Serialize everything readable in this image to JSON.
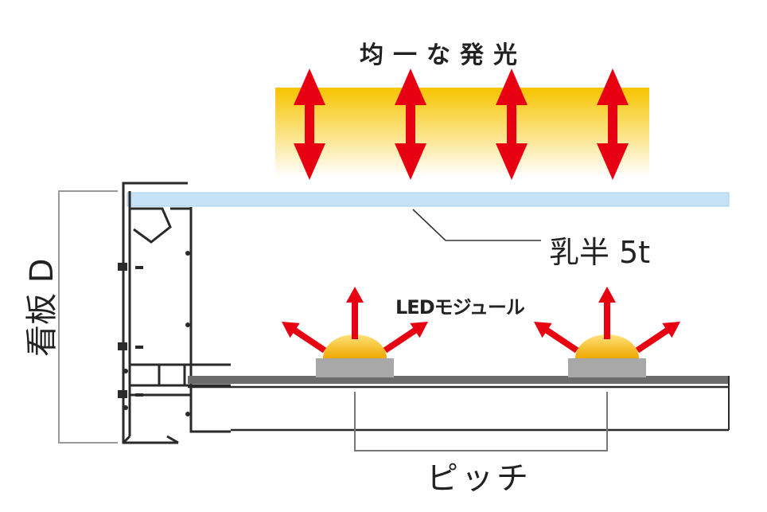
{
  "title": "均一な発光",
  "labels": {
    "diffuser": "乳半 5t",
    "led_module": "LEDモジュール",
    "pitch": "ピッチ",
    "depth": "看板 D"
  },
  "colors": {
    "glow_top": "#f7c400",
    "glow_bottom": "#ffffff",
    "arrow": "#e60012",
    "diffuser": "#c6e2f6",
    "led_dome": "#f4b400",
    "led_base": "#a8a8a8",
    "board": "#6b6b6b",
    "line": "#333333"
  },
  "icons": {
    "up_arrows": "up-arrow-icon",
    "emission_arrows": "emission-arrow-icon"
  }
}
